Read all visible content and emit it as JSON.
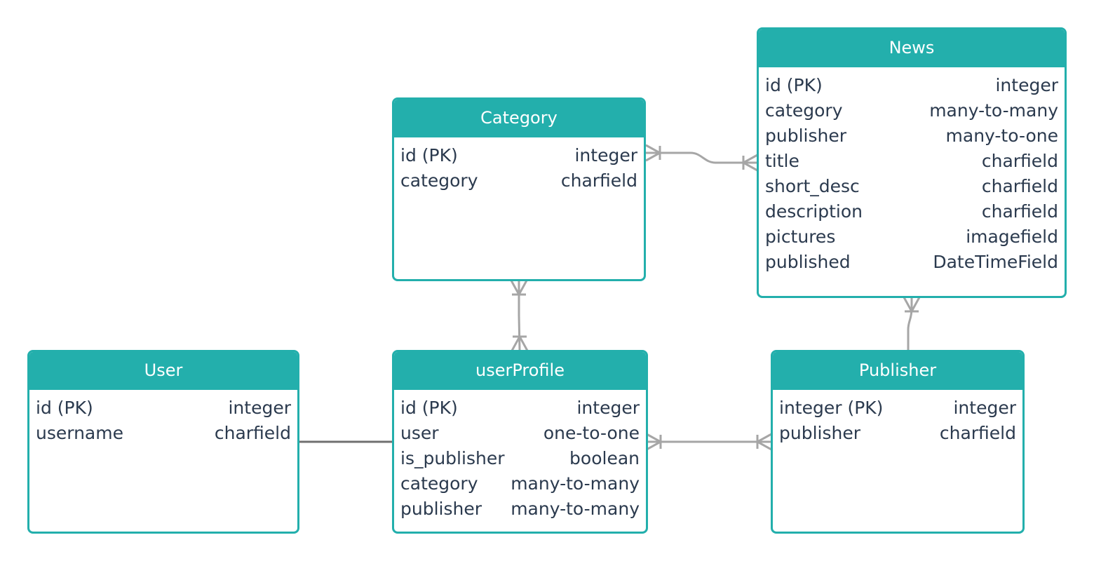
{
  "colors": {
    "accent": "#23afac",
    "text": "#2b3a4e",
    "connector": "#a6a6a6",
    "connector_dark": "#707070"
  },
  "entities": {
    "category": {
      "title": "Category",
      "fields": [
        {
          "name": "id (PK)",
          "type": "integer"
        },
        {
          "name": "category",
          "type": "charfield"
        }
      ]
    },
    "news": {
      "title": "News",
      "fields": [
        {
          "name": "id (PK)",
          "type": "integer"
        },
        {
          "name": "category",
          "type": "many-to-many"
        },
        {
          "name": "publisher",
          "type": "many-to-one"
        },
        {
          "name": "title",
          "type": "charfield"
        },
        {
          "name": "short_desc",
          "type": "charfield"
        },
        {
          "name": "description",
          "type": "charfield"
        },
        {
          "name": "pictures",
          "type": "imagefield"
        },
        {
          "name": "published",
          "type": "DateTimeField"
        }
      ]
    },
    "user": {
      "title": "User",
      "fields": [
        {
          "name": "id (PK)",
          "type": "integer"
        },
        {
          "name": "username",
          "type": "charfield"
        }
      ]
    },
    "userprofile": {
      "title": "userProfile",
      "fields": [
        {
          "name": "id (PK)",
          "type": "integer"
        },
        {
          "name": "user",
          "type": "one-to-one"
        },
        {
          "name": "is_publisher",
          "type": "boolean"
        },
        {
          "name": "category",
          "type": "many-to-many"
        },
        {
          "name": "publisher",
          "type": "many-to-many"
        }
      ]
    },
    "publisher": {
      "title": "Publisher",
      "fields": [
        {
          "name": "integer (PK)",
          "type": "integer"
        },
        {
          "name": "publisher",
          "type": "charfield"
        }
      ]
    }
  },
  "relationships": [
    {
      "from": "category",
      "to": "news",
      "from_end": "many",
      "to_end": "many"
    },
    {
      "from": "category",
      "to": "userprofile",
      "from_end": "many",
      "to_end": "many"
    },
    {
      "from": "news",
      "to": "publisher",
      "from_end": "many",
      "to_end": "one"
    },
    {
      "from": "user",
      "to": "userprofile",
      "from_end": "one",
      "to_end": "one"
    },
    {
      "from": "userprofile",
      "to": "publisher",
      "from_end": "many",
      "to_end": "many"
    }
  ]
}
